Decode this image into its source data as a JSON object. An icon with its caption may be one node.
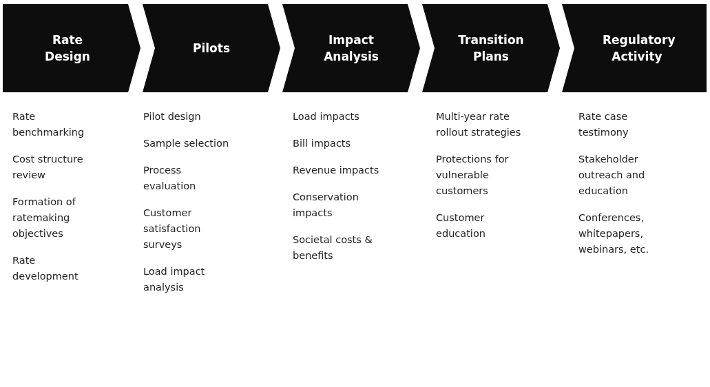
{
  "diagram": {
    "nodes": [
      {
        "text": [
          "Rate Design"
        ],
        "beside": [
          "Rate benchmarking",
          "Cost structure review",
          "Formation of ratemaking objectives",
          "Rate development"
        ]
      },
      {
        "text": [
          "Pilots"
        ],
        "beside": [
          "Pilot design",
          "Sample selection",
          "Process evaluation",
          "Customer satisfaction surveys",
          "Load impact analysis"
        ]
      },
      {
        "text": [
          "Impact Analysis"
        ],
        "beside": [
          "Load impacts",
          "Bill impacts",
          "Revenue impacts",
          "Conservation impacts",
          "Societal costs & benefits"
        ]
      },
      {
        "text": [
          "Transition Plans"
        ],
        "beside": [
          "Multi-year rate rollout strategies",
          "Protections for vulnerable customers",
          "Customer education"
        ]
      },
      {
        "text": [
          "Regulatory Activity"
        ],
        "beside": [
          "Rate case testimony",
          "Stakeholder outreach and education",
          "Conferences, whitepapers, webinars, etc."
        ]
      }
    ],
    "edges": []
  }
}
